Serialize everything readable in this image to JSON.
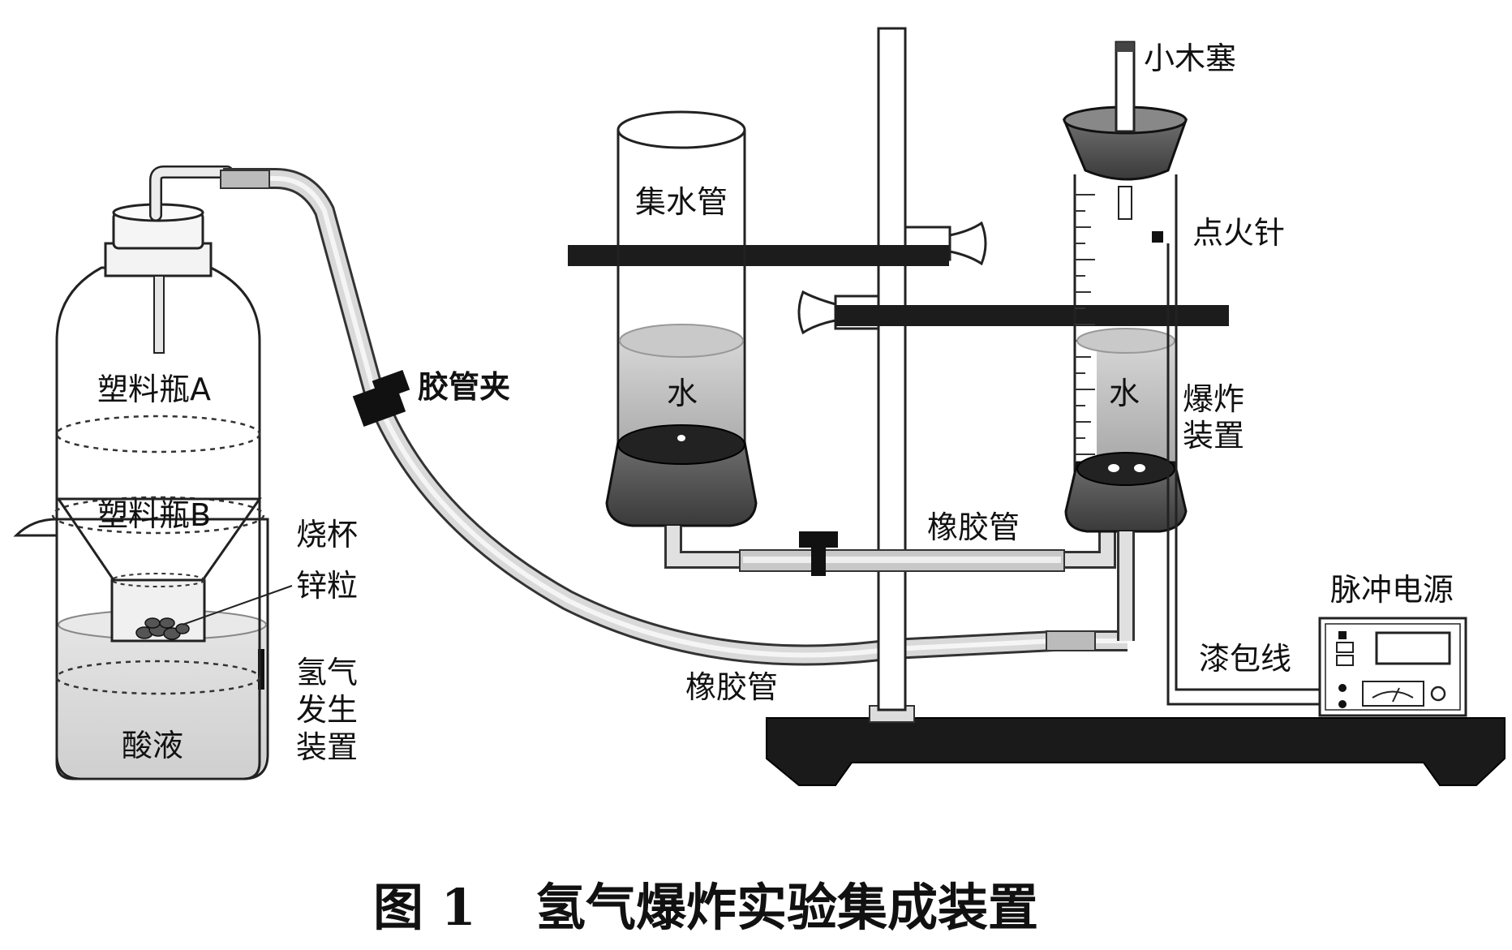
{
  "labels": {
    "bottle_a": "塑料瓶A",
    "bottle_b": "塑料瓶B",
    "beaker": "烧杯",
    "zinc": "锌粒",
    "hydrogen_generator": [
      "氢气",
      "发生",
      "装置"
    ],
    "acid": "酸液",
    "tube_clamp": "胶管夹",
    "collector_tube": "集水管",
    "water_left": "水",
    "water_right": "水",
    "rubber_tube_top": "橡胶管",
    "rubber_tube_bottom": "橡胶管",
    "wooden_plug": "小木塞",
    "ignition_needle": "点火针",
    "explosion_device": [
      "爆炸",
      "装置"
    ],
    "pulse_power": "脉冲电源",
    "enamel_wire": "漆包线"
  },
  "caption": {
    "figure_no": "图 1",
    "title": "氢气爆炸实验集成装置"
  }
}
